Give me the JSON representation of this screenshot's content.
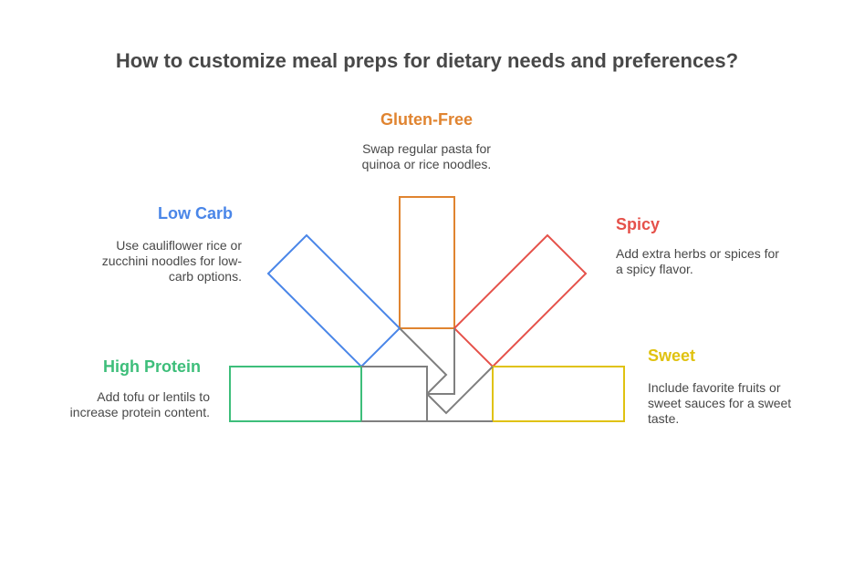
{
  "title": "How to customize meal preps for dietary needs and preferences?",
  "options": [
    {
      "key": "gluten_free",
      "heading": "Gluten-Free",
      "desc": "Swap regular pasta for quinoa or rice noodles.",
      "color": "#E08430"
    },
    {
      "key": "low_carb",
      "heading": "Low Carb",
      "desc": "Use cauliflower rice or zucchini noodles for low-carb options.",
      "color": "#4A86E8"
    },
    {
      "key": "spicy",
      "heading": "Spicy",
      "desc": "Add extra herbs or spices for a spicy flavor.",
      "color": "#E5514A"
    },
    {
      "key": "high_protein",
      "heading": "High Protein",
      "desc": "Add tofu or lentils to increase protein content.",
      "color": "#3DBE7A"
    },
    {
      "key": "sweet",
      "heading": "Sweet",
      "desc": "Include favorite fruits or sweet sauces for a sweet taste.",
      "color": "#E0C210"
    }
  ],
  "connector_color": "#7F7F7F"
}
